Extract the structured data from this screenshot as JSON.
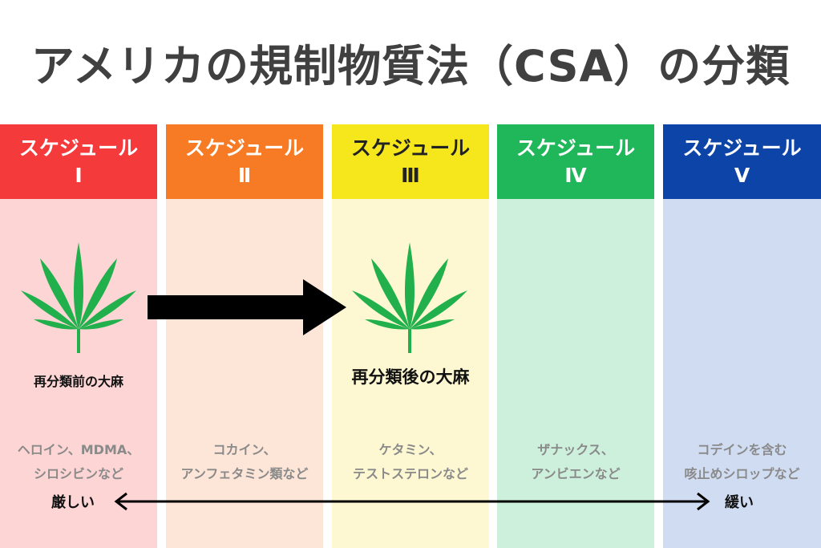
{
  "title": "アメリカの規制物質法（CSA）の分類",
  "schedules": [
    {
      "label": "スケジュール",
      "numeral": "Ⅰ",
      "examples": [
        "ヘロイン、MDMA、",
        "シロシビンなど"
      ],
      "header_color": "#f53a3c",
      "body_color": "#fdd5d5",
      "text_color": "#ffffff"
    },
    {
      "label": "スケジュール",
      "numeral": "Ⅱ",
      "examples": [
        "コカイン、",
        "アンフェタミン類など"
      ],
      "header_color": "#f77a25",
      "body_color": "#fde5d8",
      "text_color": "#ffffff"
    },
    {
      "label": "スケジュール",
      "numeral": "Ⅲ",
      "examples": [
        "ケタミン、",
        "テストステロンなど"
      ],
      "header_color": "#f6e71d",
      "body_color": "#fdf8d2",
      "text_color": "#222222"
    },
    {
      "label": "スケジュール",
      "numeral": "Ⅳ",
      "examples": [
        "ザナックス、",
        "アンビエンなど"
      ],
      "header_color": "#1fb75a",
      "body_color": "#cdf0dc",
      "text_color": "#ffffff"
    },
    {
      "label": "スケジュール",
      "numeral": "Ⅴ",
      "examples": [
        "コデインを含む",
        "咳止めシロップなど"
      ],
      "header_color": "#0d44a8",
      "body_color": "#d0dcf2",
      "text_color": "#ffffff"
    }
  ],
  "before_label": "再分類前の大麻",
  "after_label": "再分類後の大麻",
  "strict_label": "厳しい",
  "lenient_label": "緩い",
  "leaf_icon": "cannabis-leaf-icon",
  "leaf_color": "#22b04d"
}
